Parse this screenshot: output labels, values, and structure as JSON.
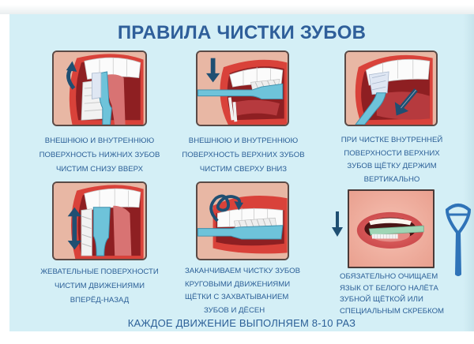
{
  "title": "ПРАВИЛА ЧИСТКИ ЗУБОВ",
  "steps": [
    {
      "id": "outer-inner-lower",
      "icon": "arrow-curved-up-icon",
      "lines": [
        "ВНЕШНЮЮ И ВНУТРЕННЮЮ",
        "ПОВЕРХНОСТЬ НИЖНИХ ЗУБОВ",
        "ЧИСТИМ СНИЗУ ВВЕРХ"
      ]
    },
    {
      "id": "outer-inner-upper",
      "icon": "arrow-down-icon",
      "lines": [
        "ВНЕШНЮЮ И ВНУТРЕННЮЮ",
        "ПОВЕРХНОСТЬ ВЕРХНИХ ЗУБОВ",
        "ЧИСТИМ СВЕРХУ ВНИЗ"
      ]
    },
    {
      "id": "inner-upper-vertical",
      "icon": "arrow-diagonal-down-icon",
      "lines": [
        "ПРИ ЧИСТКЕ ВНУТРЕННЕЙ",
        "ПОВЕРХНОСТИ ВЕРХНИХ",
        "ЗУБОВ ЩЁТКУ ДЕРЖИМ",
        "ВЕРТИКАЛЬНО"
      ]
    },
    {
      "id": "chewing-surfaces",
      "icon": "arrow-up-down-icon",
      "lines": [
        "ЖЕВАТЕЛЬНЫЕ ПОВЕРХНОСТИ",
        "ЧИСТИМ ДВИЖЕНИЯМИ",
        "ВПЕРЁД-НАЗАД"
      ]
    },
    {
      "id": "circular-finish",
      "icon": "circular-motion-icon",
      "lines": [
        "ЗАКАНЧИВАЕМ ЧИСТКУ ЗУБОВ",
        "КРУГОВЫМИ ДВИЖЕНИЯМИ",
        "ЩЁТКИ С ЗАХВАТЫВАНИЕМ",
        "ЗУБОВ И ДЁСЕН"
      ]
    },
    {
      "id": "tongue-cleaning",
      "icon": "arrow-down-icon",
      "lines": [
        "ОБЯЗАТЕЛЬНО ОЧИЩАЕМ",
        "ЯЗЫК ОТ БЕЛОГО НАЛЁТА",
        "ЗУБНОЙ ЩЁТКОЙ ИЛИ",
        "СПЕЦИАЛЬНЫМ СКРЕБКОМ"
      ]
    }
  ],
  "footer": "КАЖДОЕ ДВИЖЕНИЕ ВЫПОЛНЯЕМ 8-10 РАЗ",
  "colors": {
    "background": "#d4eff6",
    "title": "#2f5f9a",
    "text": "#2b5f97",
    "toothbrush": "#6ec3da",
    "arrow": "#1f4f72",
    "lips": "#d9423a",
    "skin": "#e8b7a4",
    "scraper": "#2f73b8"
  }
}
